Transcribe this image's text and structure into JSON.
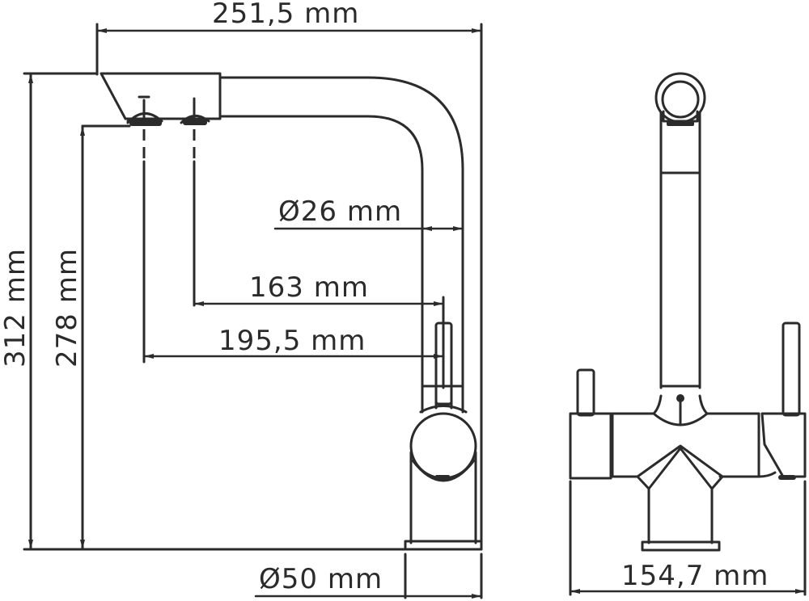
{
  "drawing": {
    "subject": "kitchen faucet dimension drawing",
    "line_color": "#2b2b2b",
    "background": "#ffffff",
    "views": [
      "side-view",
      "front-view"
    ]
  },
  "dimensions": {
    "total_width": "251,5 mm",
    "total_height": "312 mm",
    "spout_height": "278 mm",
    "pipe_diameter": "Ø26 mm",
    "reach_short": "163 mm",
    "reach_long": "195,5 mm",
    "base_diameter": "Ø50 mm",
    "front_width": "154,7 mm"
  }
}
